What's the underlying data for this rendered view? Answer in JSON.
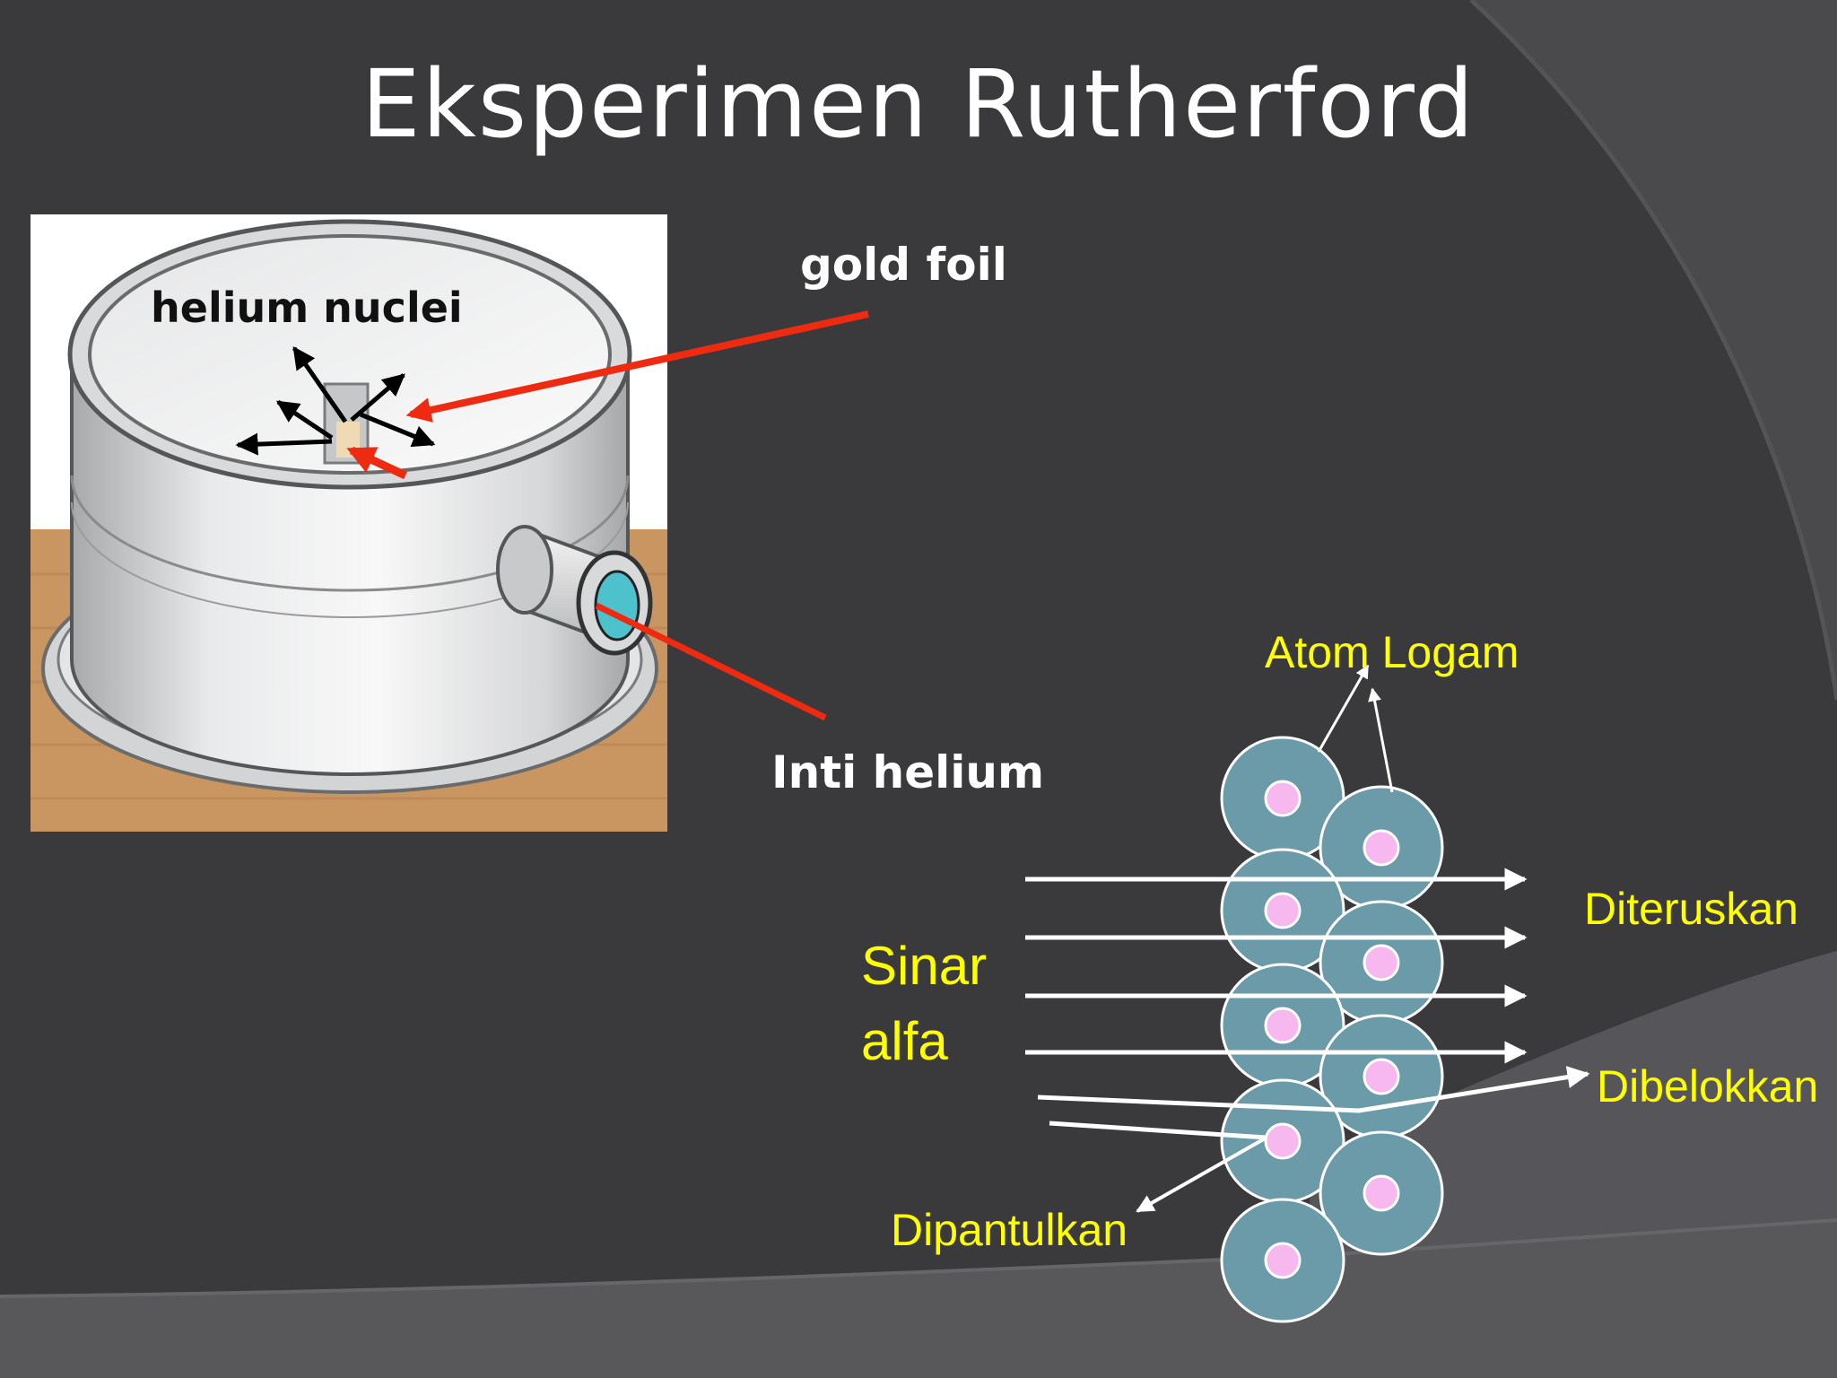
{
  "slide": {
    "title": "Eksperimen Rutherford"
  },
  "apparatus": {
    "label_helium_nuclei": "helium nuclei",
    "label_gold_foil": "gold foil",
    "label_inti_helium": "Inti helium"
  },
  "atom_diagram": {
    "label_atom_logam": "Atom Logam",
    "label_sinar": "Sinar",
    "label_alfa": "alfa",
    "label_diteruskan": "Diteruskan",
    "label_dibelokkan": "Dibelokkan",
    "label_dipantulkan": "Dipantulkan"
  },
  "colors": {
    "background": "#3a3a3d",
    "atom_fill": "#6b9aa8",
    "nucleus_fill": "#f7b8f0",
    "label_yellow": "#ffff00",
    "pointer_red": "#ee2a10"
  }
}
